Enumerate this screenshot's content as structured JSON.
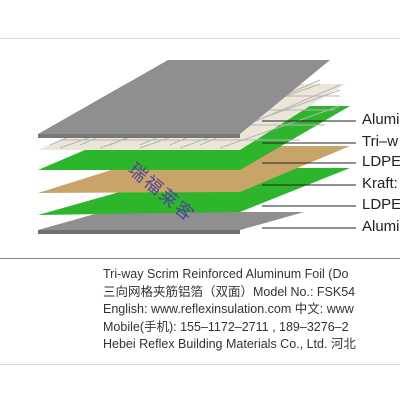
{
  "layers": [
    {
      "label": "Alumi",
      "color": "#9a9a9a"
    },
    {
      "label": "Tri–w",
      "color": "#c8a468"
    },
    {
      "label": "LDPE",
      "color": "#2db52b"
    },
    {
      "label": "Kraft:",
      "color": "#c8a468"
    },
    {
      "label": "LDPE",
      "color": "#2db52b"
    },
    {
      "label": "Alumi",
      "color": "#9a9a9a"
    }
  ],
  "watermark": "瑞福莱客",
  "info": {
    "line1": "Tri-way Scrim Reinforced Aluminum Foil (Do",
    "line2": "三向网格夹筋铝箔（双面）Model No.: FSK54",
    "line3": "English: www.reflexinsulation.com 中文: www",
    "line4": "Mobile(手机): 155–1172–2711 , 189–3276–2",
    "line5": "Hebei Reflex Building Materials Co., Ltd. 河北"
  }
}
